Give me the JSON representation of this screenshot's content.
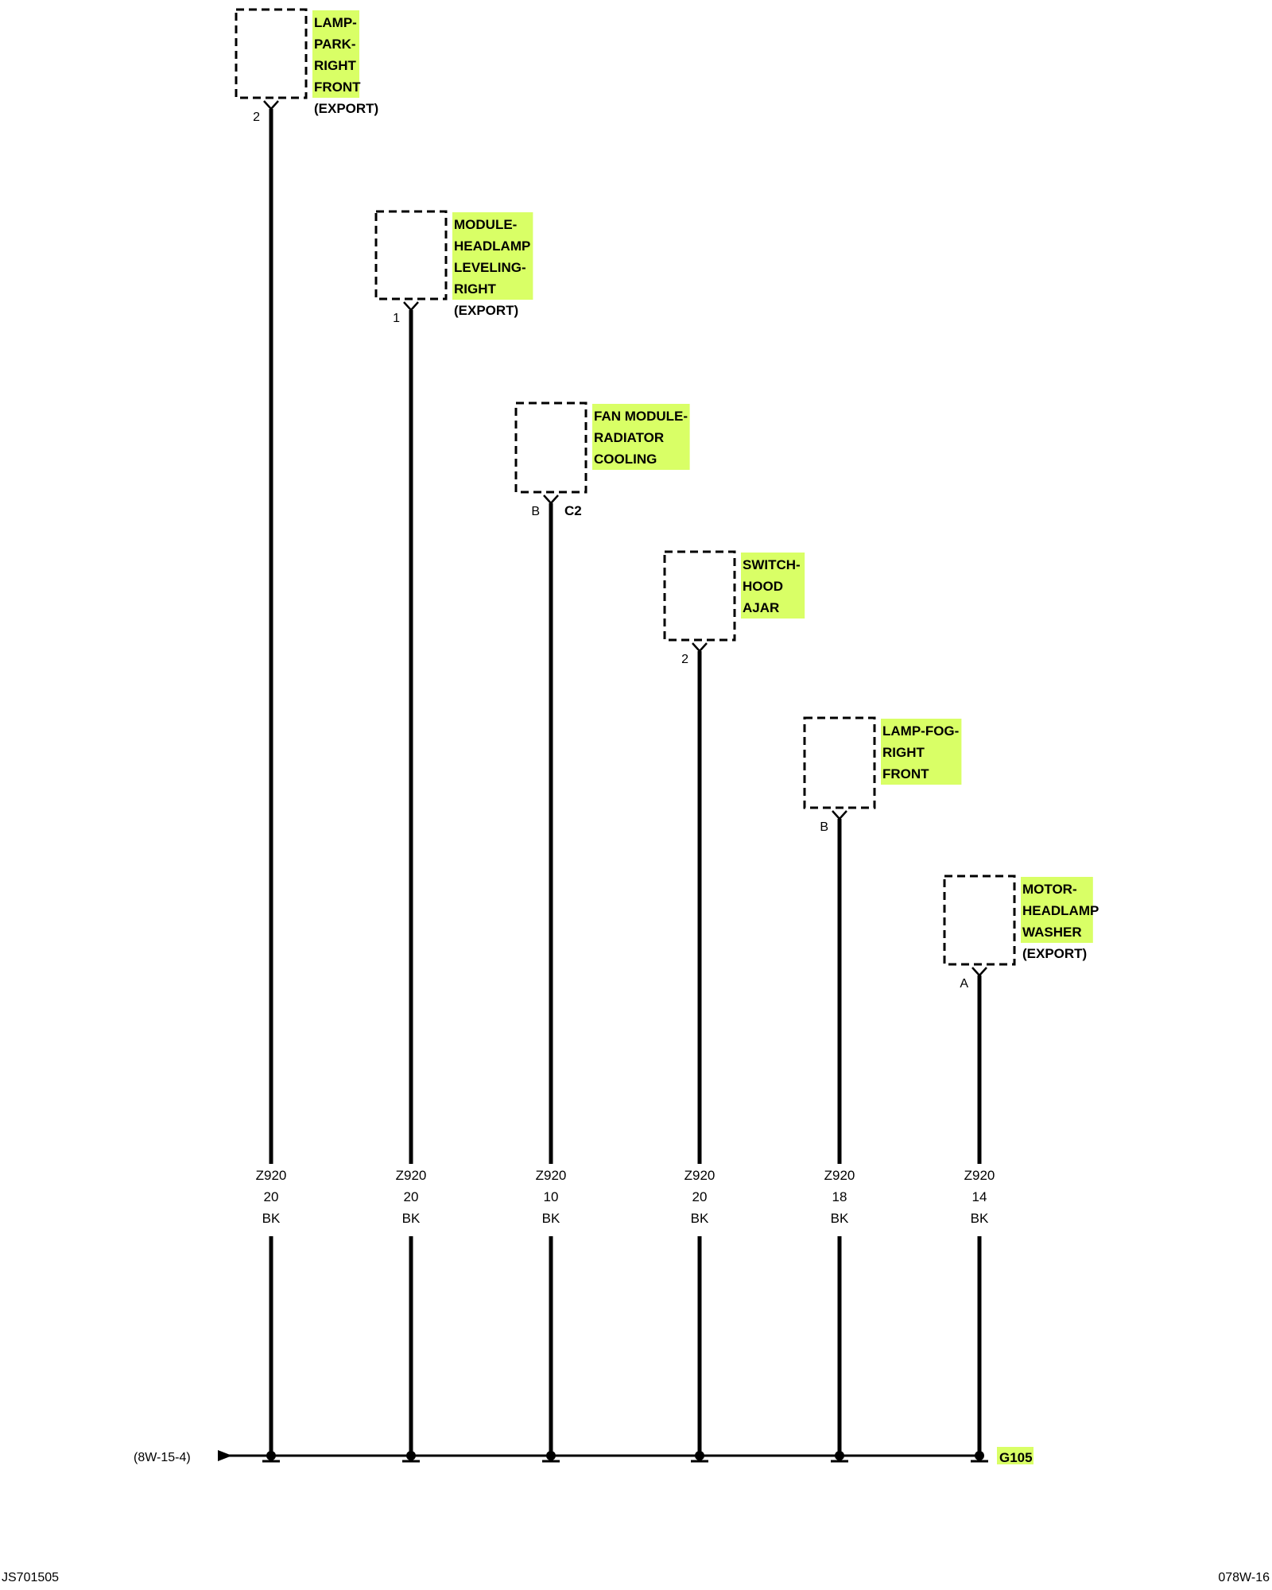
{
  "highlight_color": "#d9ff66",
  "line_color": "#000000",
  "components": [
    {
      "lines": [
        "LAMP-",
        "PARK-",
        "RIGHT",
        "FRONT"
      ],
      "extra": "(EXPORT)",
      "pin": "2",
      "connector": "",
      "wire": {
        "circuit": "Z920",
        "gauge": "20",
        "color": "BK"
      }
    },
    {
      "lines": [
        "MODULE-",
        "HEADLAMP",
        "LEVELING-",
        "RIGHT"
      ],
      "extra": "(EXPORT)",
      "pin": "1",
      "connector": "",
      "wire": {
        "circuit": "Z920",
        "gauge": "20",
        "color": "BK"
      }
    },
    {
      "lines": [
        "FAN MODULE-",
        "RADIATOR",
        "COOLING"
      ],
      "extra": "",
      "pin": "B",
      "connector": "C2",
      "wire": {
        "circuit": "Z920",
        "gauge": "10",
        "color": "BK"
      }
    },
    {
      "lines": [
        "SWITCH-",
        "HOOD",
        "AJAR"
      ],
      "extra": "",
      "pin": "2",
      "connector": "",
      "wire": {
        "circuit": "Z920",
        "gauge": "20",
        "color": "BK"
      }
    },
    {
      "lines": [
        "LAMP-FOG-",
        "RIGHT",
        "FRONT"
      ],
      "extra": "",
      "pin": "B",
      "connector": "",
      "wire": {
        "circuit": "Z920",
        "gauge": "18",
        "color": "BK"
      }
    },
    {
      "lines": [
        "MOTOR-",
        "HEADLAMP",
        "WASHER"
      ],
      "extra": "(EXPORT)",
      "pin": "A",
      "connector": "",
      "wire": {
        "circuit": "Z920",
        "gauge": "14",
        "color": "BK"
      }
    }
  ],
  "bus": {
    "reference": "(8W-15-4)",
    "ground": "G105"
  },
  "footer": {
    "left": "JS701505",
    "right": "078W-16"
  }
}
